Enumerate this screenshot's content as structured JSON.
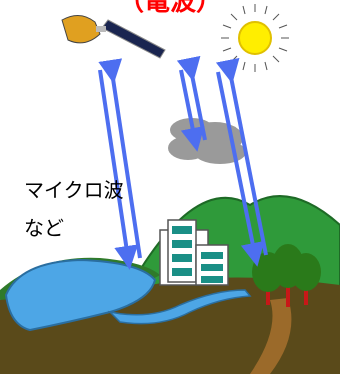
{
  "heading": "（電波）",
  "caption": {
    "line1": "マイクロ波",
    "line2": "など"
  },
  "colors": {
    "heading": "#ff0000",
    "arrow": "#4d6ef0",
    "sun": "#ffee00",
    "cloud": "#9a9a9a",
    "water": "#4da6e6",
    "ground": "#5a4a1a",
    "hill": "#2f9a3a",
    "river_bank": "#2f7a2a",
    "trees": "#2a7a1a",
    "tree_trunks": "#c81818",
    "building_glass": "#1a8f86",
    "path": "#9b6a2a",
    "satellite_panel": "#1a2550",
    "satellite_body": "#e0a020"
  }
}
